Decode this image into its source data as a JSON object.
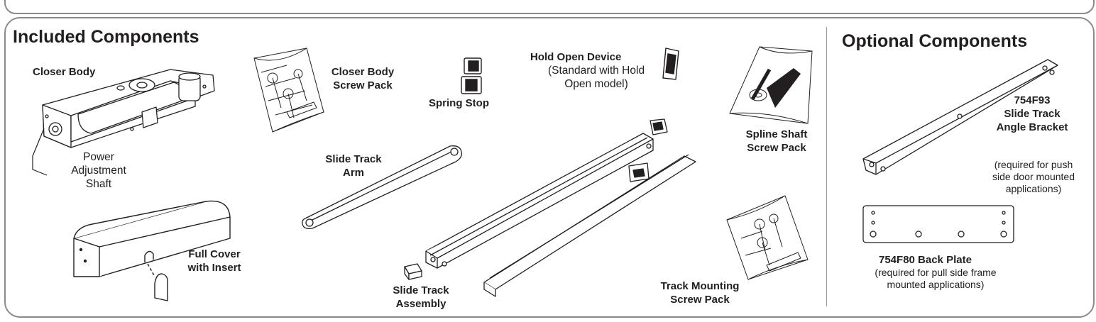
{
  "included": {
    "heading": "Included Components",
    "closer_body": "Closer Body",
    "power_adjustment": [
      "Power",
      "Adjustment",
      "Shaft"
    ],
    "closer_body_screw_pack": [
      "Closer Body",
      "Screw Pack"
    ],
    "spring_stop": "Spring Stop",
    "hold_open_device": "Hold Open Device",
    "hold_open_note": [
      "(Standard with Hold",
      "Open model)"
    ],
    "spline_shaft_screw_pack": [
      "Spline Shaft",
      "Screw Pack"
    ],
    "slide_track_arm": [
      "Slide Track",
      "Arm"
    ],
    "full_cover": [
      "Full Cover",
      "with Insert"
    ],
    "slide_track_assembly": [
      "Slide Track",
      "Assembly"
    ],
    "track_mounting_screw_pack": [
      "Track Mounting",
      "Screw Pack"
    ]
  },
  "optional": {
    "heading": "Optional Components",
    "angle_bracket_code": "754F93",
    "angle_bracket_name": [
      "Slide Track",
      "Angle Bracket"
    ],
    "angle_bracket_note": [
      "(required for push",
      "side door mounted",
      "applications)"
    ],
    "back_plate": "754F80 Back Plate",
    "back_plate_note": [
      "(required for pull side frame",
      "mounted applications)"
    ]
  }
}
